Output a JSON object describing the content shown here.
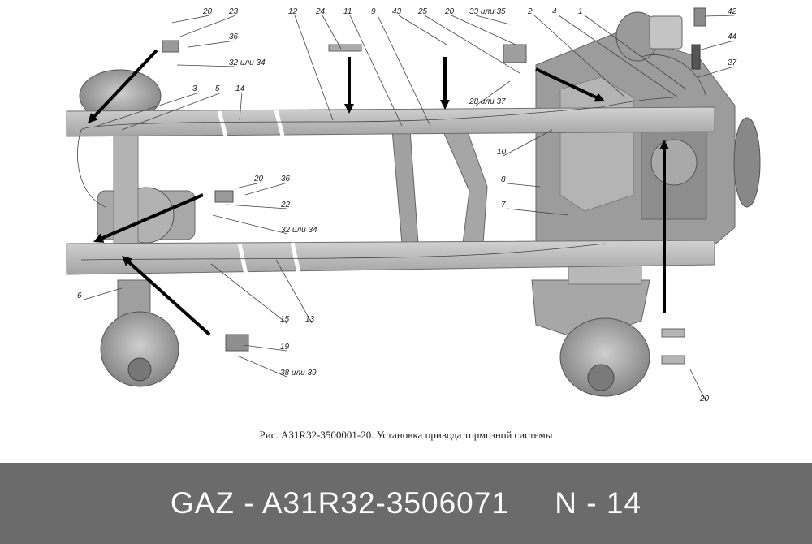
{
  "diagram": {
    "callouts": [
      "20",
      "23",
      "36",
      "32 или 34",
      "3",
      "5",
      "14",
      "12",
      "24",
      "11",
      "9",
      "43",
      "25",
      "20",
      "33 или 35",
      "2",
      "4",
      "1",
      "42",
      "44",
      "27",
      "28 или 37",
      "10",
      "8",
      "7",
      "20",
      "36",
      "22",
      "32 или 34",
      "6",
      "15",
      "13",
      "19",
      "38 или 39",
      "20"
    ],
    "caption": "Рис. А31R32-3500001-20. Установка привода тормозной системы"
  },
  "footer": {
    "text": "GAZ - A31R32-3506071     N - 14"
  },
  "colors": {
    "frame": "#b7b7b7",
    "footer_bg": "#6b6b6b"
  }
}
